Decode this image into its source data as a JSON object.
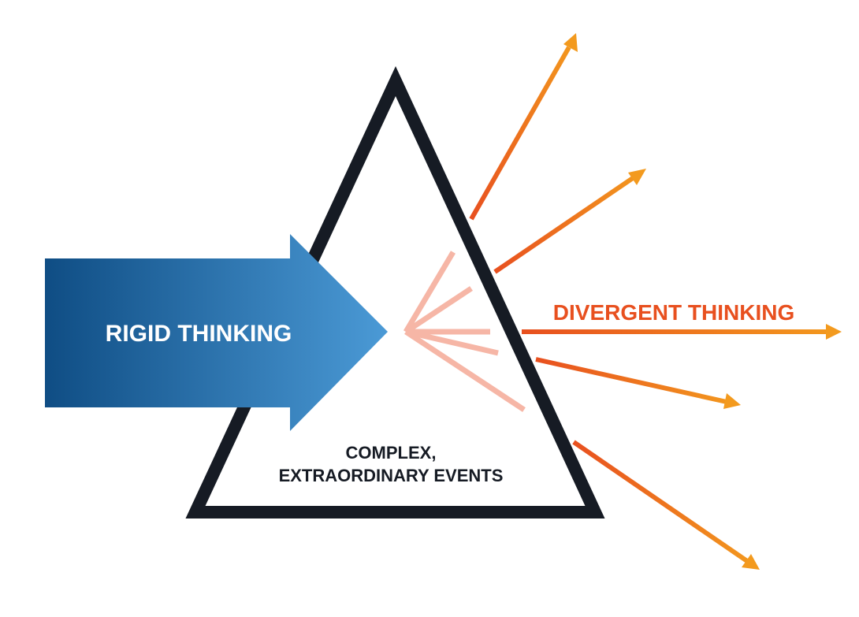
{
  "diagram": {
    "input_label": "RIGID THINKING",
    "output_label": "DIVERGENT THINKING",
    "prism_label_line1": "COMPLEX,",
    "prism_label_line2": "EXTRAORDINARY EVENTS"
  },
  "colors": {
    "input_arrow_dark": "#0f4d84",
    "input_arrow_light": "#4b9ad6",
    "prism_outline": "#161b24",
    "ray_orange": "#f08a1c",
    "ray_red_orange": "#e8501f",
    "inner_ray_pink": "#f6b6a6",
    "divergent_label": "#e8501f",
    "prism_label": "#161b24",
    "input_label_text": "#ffffff"
  }
}
